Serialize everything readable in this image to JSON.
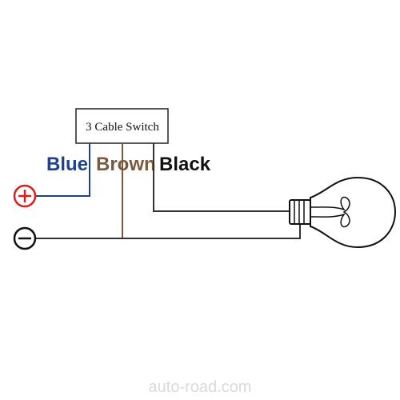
{
  "switch": {
    "label": "3 Cable Switch"
  },
  "wires": {
    "blue": {
      "label": "Blue",
      "color": "#1f3f8f"
    },
    "brown": {
      "label": "Brown",
      "color": "#7a5a3e"
    },
    "black": {
      "label": "Black",
      "color": "#111111"
    }
  },
  "terminals": {
    "positive": {
      "icon": "plus-circle-icon",
      "color": "#d92020"
    },
    "negative": {
      "icon": "minus-circle-icon",
      "color": "#111111"
    }
  },
  "lamp": {
    "icon": "light-bulb-icon"
  },
  "colors": {
    "wire_main": "#333333"
  },
  "watermark": {
    "text": "auto-road.com"
  }
}
